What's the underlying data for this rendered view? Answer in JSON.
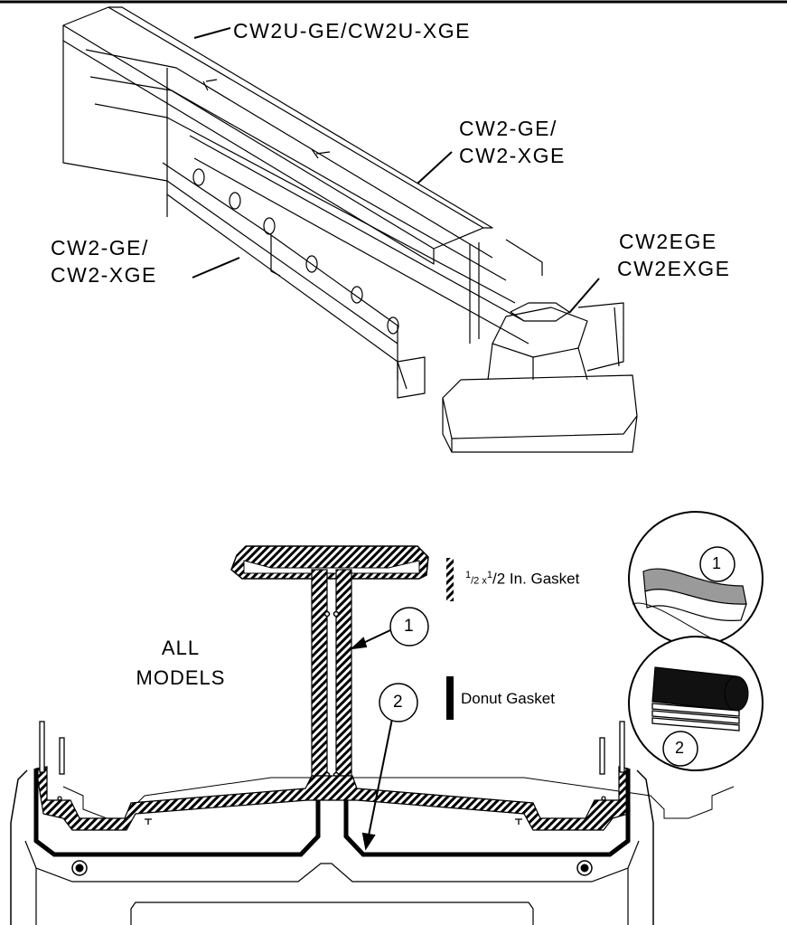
{
  "labels": {
    "cw2u": "CW2U-GE/CW2U-XGE",
    "cw2_top_line1": "CW2-GE/",
    "cw2_top_line2": "CW2-XGE",
    "cw2_left_line1": "CW2-GE/",
    "cw2_left_line2": "CW2-XGE",
    "cw2e_line1": "CW2EGE",
    "cw2e_line2": "CW2EXGE",
    "all_models_line1": "ALL",
    "all_models_line2": "MODELS"
  },
  "legend": {
    "gasket_half_a": "1",
    "gasket_half_b": "/2 x",
    "gasket_half_c": "1",
    "gasket_half_d": "/2 In. Gasket",
    "donut": "Donut Gasket"
  },
  "callouts": {
    "one": "1",
    "two": "2"
  },
  "colors": {
    "line": "#000000",
    "hatch": "#000000",
    "gasket_gray": "#9a9a9a",
    "donut_fill": "#111111"
  }
}
